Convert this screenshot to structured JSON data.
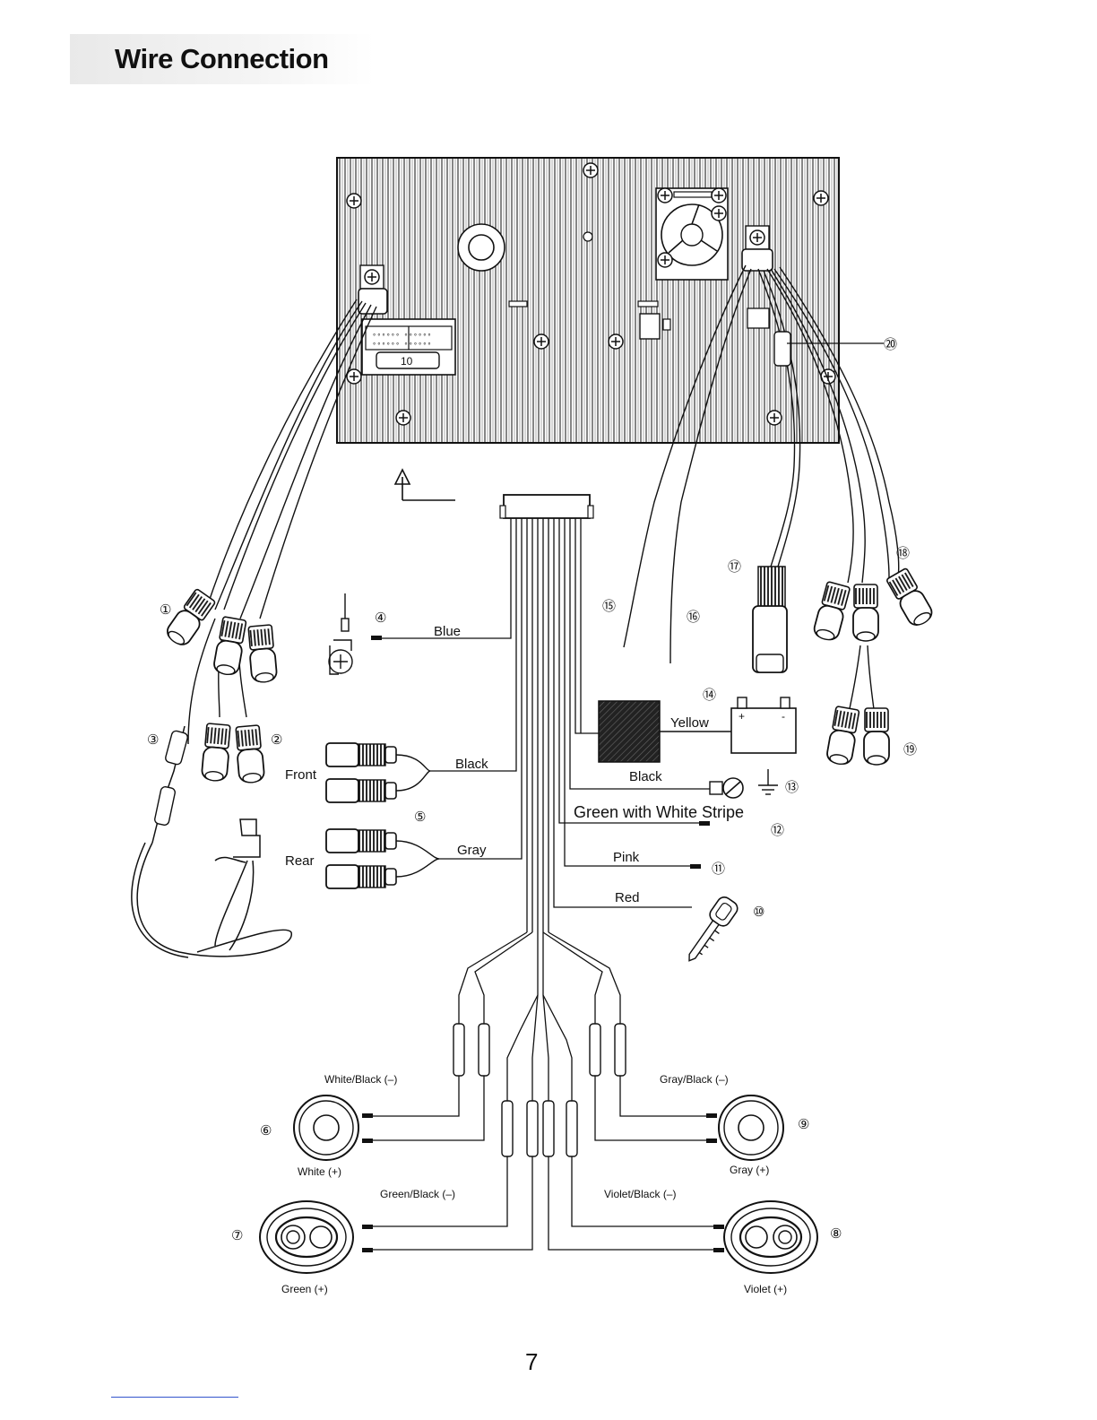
{
  "page": {
    "title": "Wire Connection",
    "page_number": "7"
  },
  "callouts": {
    "n1": "①",
    "n2": "②",
    "n3": "③",
    "n4": "④",
    "n5": "⑤",
    "n6": "⑥",
    "n7": "⑦",
    "n8": "⑧",
    "n9": "⑨",
    "n10": "⑩",
    "n11": "⑪",
    "n12": "⑫",
    "n13": "⑬",
    "n14": "⑭",
    "n15": "⑮",
    "n16": "⑯",
    "n17": "⑰",
    "n18": "⑱",
    "n19": "⑲",
    "n20": "⑳"
  },
  "unit": {
    "fuse_label": "10"
  },
  "wires": {
    "blue": "Blue",
    "black_front": "Black",
    "gray_rear": "Gray",
    "front": "Front",
    "rear": "Rear",
    "yellow": "Yellow",
    "black_ground": "Black",
    "green_white": "Green with White Stripe",
    "pink": "Pink",
    "red": "Red",
    "battery_plus": "+",
    "battery_minus": "-"
  },
  "speakers": {
    "white_black": "White/Black (–)",
    "white": "White (+)",
    "green_black": "Green/Black (–)",
    "green": "Green (+)",
    "gray_black": "Gray/Black (–)",
    "gray": "Gray (+)",
    "violet_black": "Violet/Black (–)",
    "violet": "Violet (+)"
  },
  "icons": {
    "screw": "screw-icon",
    "fan": "fan-icon",
    "rca": "rca-plug-icon",
    "antenna": "antenna-icon",
    "battery": "battery-icon",
    "ground": "ground-icon",
    "key": "ignition-key-icon",
    "speaker": "speaker-icon"
  }
}
